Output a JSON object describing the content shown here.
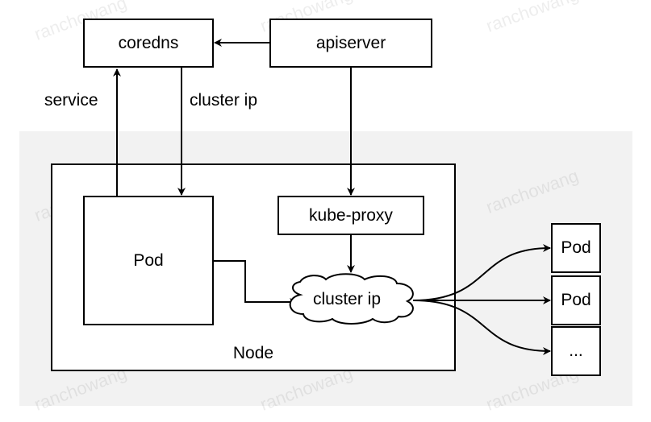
{
  "nodes": {
    "coredns": "coredns",
    "apiserver": "apiserver",
    "pod_main": "Pod",
    "kube_proxy": "kube-proxy",
    "cluster_ip": "cluster ip",
    "node": "Node",
    "pod_right_1": "Pod",
    "pod_right_2": "Pod",
    "ellipsis": "..."
  },
  "edges": {
    "service": "service",
    "cluster_ip_edge": "cluster ip"
  },
  "watermark": "ranchowang"
}
